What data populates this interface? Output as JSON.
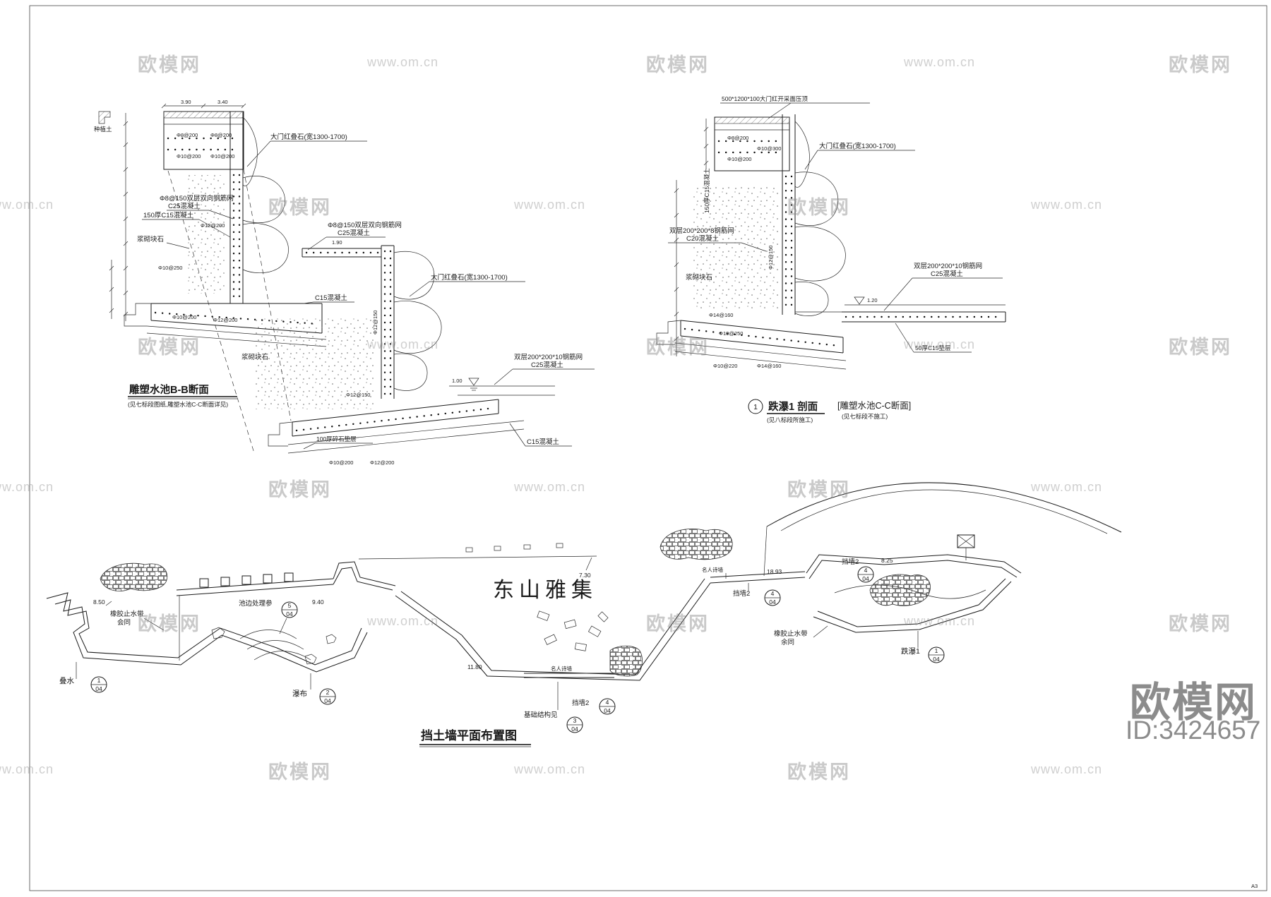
{
  "watermark": {
    "brand": "欧模网",
    "url": "www.om.cn",
    "id": "ID:3424657",
    "sheet": "A3"
  },
  "section_bb": {
    "title": "雕塑水池B-B断面",
    "note": "(见七标段图纸,雕塑水池C-C断面详见)",
    "labels": {
      "soil": "种植土",
      "stone": "大门红叠石(宽1300-1700)",
      "mesh": "Φ8@150双层双向钢筋网",
      "c25": "C25混凝土",
      "c15_150": "150厚C15混凝土",
      "rubble": "浆砌块石",
      "c15": "C15混凝土",
      "mesh10": "双层200*200*10钢筋网",
      "gravel": "100厚碎石垫层"
    },
    "rebar": {
      "r8_200": "Φ8@200",
      "r10_200": "Φ10@200",
      "r12_200": "Φ12@200",
      "r10_250": "Φ10@250",
      "r12_150": "Φ12@150"
    },
    "dims": {
      "d1": "3.90",
      "d2": "3.40",
      "d3": "1.90",
      "d4": "1.00"
    }
  },
  "section_cc": {
    "num": "1",
    "title": "跌瀑1 剖面",
    "note": "(见八标段所施工)",
    "alt": "[雕塑水池C-C断面]",
    "alt_note": "(见七标段不施工)",
    "labels": {
      "cap": "500*1200*100大门红开采面压顶",
      "stone": "大门红叠石(宽1300-1700)",
      "c15_150": "150厚C15混凝土",
      "mesh8": "双层200*200*8钢筋网",
      "c20": "C20混凝土",
      "rubble": "浆砌块石",
      "mesh10": "双层200*200*10钢筋网",
      "c25": "C25混凝土",
      "cushion": "50厚C15垫层"
    },
    "rebar": {
      "r8_200": "Φ8@200",
      "r10_200": "Φ10@200",
      "r10_300": "Φ10@300",
      "r12_150": "Φ12@150",
      "r14_160": "Φ14@160",
      "r10_250": "Φ10@250",
      "r10_220": "Φ10@220"
    },
    "dims": {
      "d1": "1.20"
    }
  },
  "plan": {
    "title": "挡土墙平面布置图",
    "site": "东山雅集",
    "labels": {
      "rubber": "橡胶止水带",
      "huitong": "会同",
      "yutong": "余同",
      "edge": "池边处理参",
      "dieshui": "叠水",
      "pubu": "瀑布",
      "wall2": "挡墙2",
      "poem": "名人诗墙",
      "diepu": "跌瀑1",
      "foundation": "基础结构见"
    },
    "elevations": {
      "a": "8.50",
      "b": "9.40",
      "c": "7.30",
      "d": "18.93",
      "e": "8.25",
      "f": "11.80"
    },
    "bubbles": {
      "edge": "5",
      "dieshui": "1",
      "pubu": "2",
      "wall": "4",
      "foundation": "3",
      "diepu": "1",
      "sheet": "04"
    }
  }
}
